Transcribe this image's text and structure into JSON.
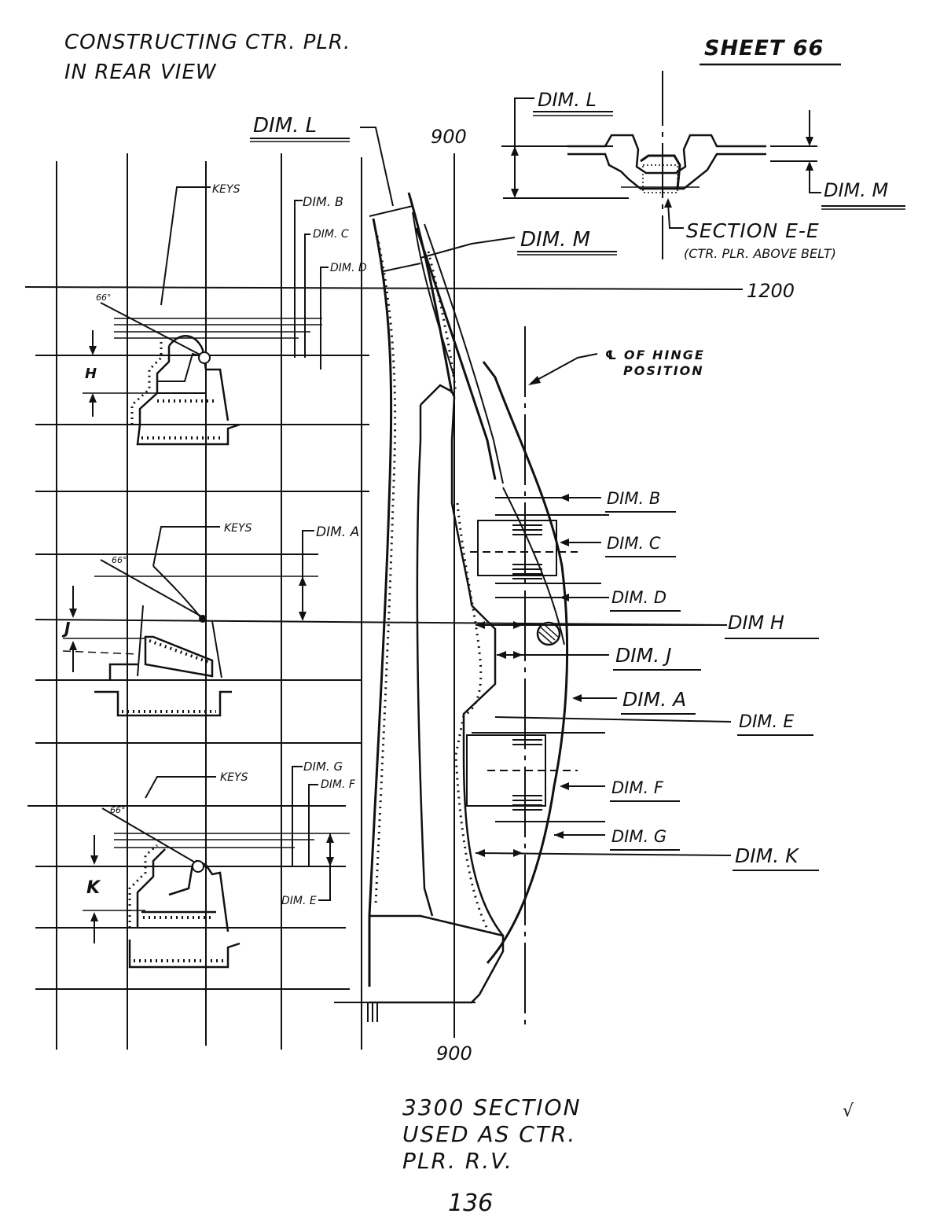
{
  "title": {
    "line1": "CONSTRUCTING CTR. PLR.",
    "line2": "IN REAR VIEW"
  },
  "sheet": "SHEET 66",
  "section_detail": {
    "dim_l": "DIM. L",
    "dim_m": "DIM. M",
    "label": "SECTION E-E",
    "note": "(CTR. PLR. ABOVE BELT)"
  },
  "reference_lines": {
    "x_top": "900",
    "x_bottom": "900",
    "z": "1200",
    "hinge": {
      "line1": "℄ OF HINGE",
      "line2": "POSITION"
    }
  },
  "main_view_labels": {
    "dim_l": "DIM. L",
    "dim_m": "DIM. M"
  },
  "left_details": [
    {
      "keys": "KEYS",
      "angle": "66°",
      "height_dim": "H",
      "dims": [
        "DIM. B",
        "DIM. C",
        "DIM. D"
      ]
    },
    {
      "keys": "KEYS",
      "angle": "66°",
      "height_dim": "J",
      "dims": [
        "DIM. A"
      ]
    },
    {
      "keys": "KEYS",
      "angle": "66°",
      "height_dim": "K",
      "dims": [
        "DIM. G",
        "DIM. F",
        "DIM. E"
      ]
    }
  ],
  "right_callouts": [
    "DIM. B",
    "DIM. C",
    "DIM. D",
    "DIM H",
    "DIM. J",
    "DIM. A",
    "DIM. E",
    "DIM. F",
    "DIM. G",
    "DIM. K"
  ],
  "caption": {
    "line1": "3300 SECTION",
    "line2": "USED AS CTR.",
    "line3": "PLR. R.V."
  },
  "check_mark": "√",
  "page_number": "136"
}
